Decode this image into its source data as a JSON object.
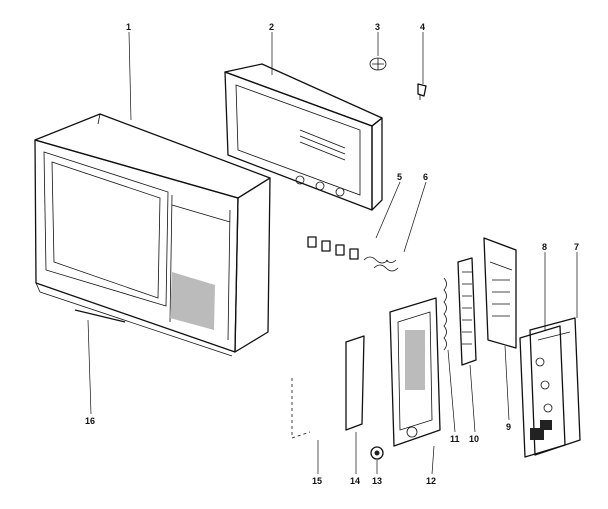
{
  "callouts": [
    "1",
    "2",
    "3",
    "4",
    "5",
    "6",
    "7",
    "8",
    "9",
    "10",
    "11",
    "12",
    "13",
    "14",
    "15",
    "16"
  ],
  "colors": {
    "ink": "#111111",
    "paper": "#ffffff"
  }
}
